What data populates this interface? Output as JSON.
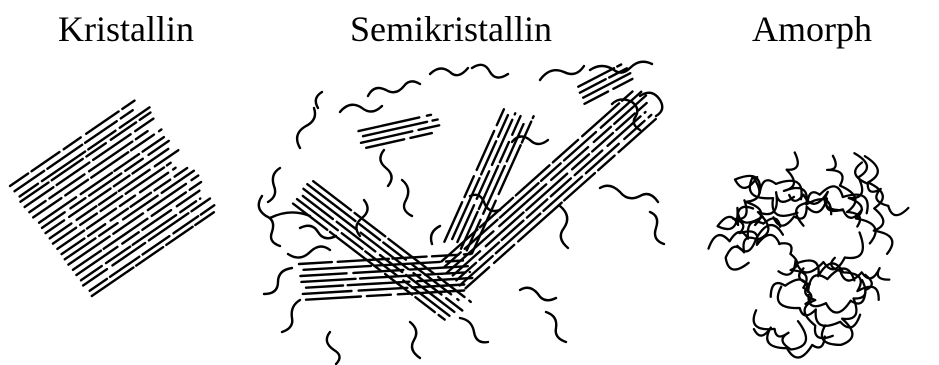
{
  "labels": {
    "kristallin": "Kristallin",
    "semikristallin": "Semikristallin",
    "amorph": "Amorph"
  },
  "colors": {
    "line": "#000000",
    "background": "#ffffff"
  }
}
